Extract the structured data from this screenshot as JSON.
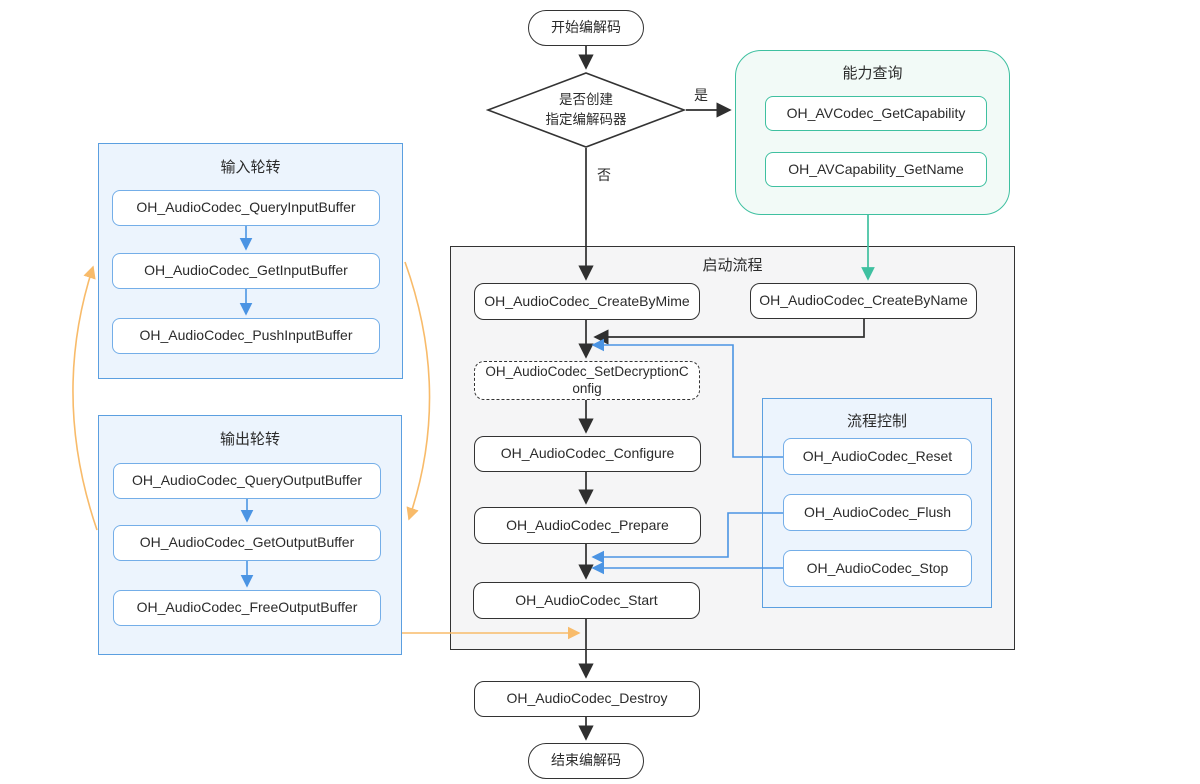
{
  "flow": {
    "start_label": "开始编解码",
    "end_label": "结束编解码",
    "decision": {
      "line1": "是否创建",
      "line2": "指定编解码器",
      "yes_label": "是",
      "no_label": "否"
    },
    "capability": {
      "title": "能力查询",
      "items": [
        "OH_AVCodec_GetCapability",
        "OH_AVCapability_GetName"
      ]
    },
    "input_loop": {
      "title": "输入轮转",
      "items": [
        "OH_AudioCodec_QueryInputBuffer",
        "OH_AudioCodec_GetInputBuffer",
        "OH_AudioCodec_PushInputBuffer"
      ]
    },
    "output_loop": {
      "title": "输出轮转",
      "items": [
        "OH_AudioCodec_QueryOutputBuffer",
        "OH_AudioCodec_GetOutputBuffer",
        "OH_AudioCodec_FreeOutputBuffer"
      ]
    },
    "startup": {
      "title": "启动流程",
      "create_by_mime": "OH_AudioCodec_CreateByMime",
      "create_by_name": "OH_AudioCodec_CreateByName",
      "set_decryption_config": "OH_AudioCodec_SetDecryptionConfig",
      "configure": "OH_AudioCodec_Configure",
      "prepare": "OH_AudioCodec_Prepare",
      "start": "OH_AudioCodec_Start"
    },
    "control": {
      "title": "流程控制",
      "items": [
        "OH_AudioCodec_Reset",
        "OH_AudioCodec_Flush",
        "OH_AudioCodec_Stop"
      ]
    },
    "destroy_label": "OH_AudioCodec_Destroy",
    "colors": {
      "line_black": "#2f2f2f",
      "blue_accent": "#4b94e3",
      "blue_border": "#5b9fe0",
      "blue_fill": "#ecf4fd",
      "green_accent": "#3fc0a0",
      "green_fill": "#f2faf7",
      "orange_accent": "#f8bb6a",
      "gray_fill": "#f5f5f6"
    }
  }
}
